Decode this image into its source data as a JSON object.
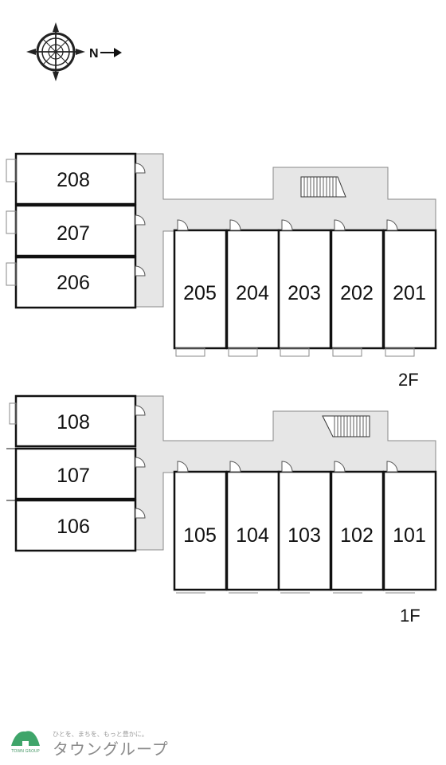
{
  "compass": {
    "label": "N"
  },
  "floors": [
    {
      "id": "2F",
      "label": "2F",
      "units_left": [
        "208",
        "207",
        "206"
      ],
      "units_bottom": [
        "205",
        "204",
        "203",
        "202",
        "201"
      ]
    },
    {
      "id": "1F",
      "label": "1F",
      "units_left": [
        "108",
        "107",
        "106"
      ],
      "units_bottom": [
        "105",
        "104",
        "103",
        "102",
        "101"
      ]
    }
  ],
  "footer": {
    "tagline": "ひとを、まちを、もっと豊かに。",
    "brand": "タウングループ",
    "logo_text": "TOWN GROUP"
  },
  "colors": {
    "corridor": "#e6e6e6",
    "wall": "#111111",
    "logo_green": "#3fa56a"
  }
}
